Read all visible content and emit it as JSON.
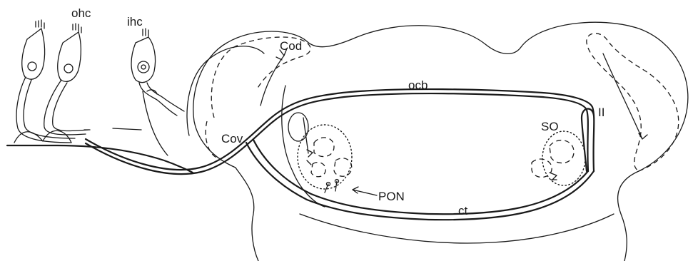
{
  "labels": {
    "ohc": "ohc",
    "ihc": "ihc",
    "cod": "Cod",
    "cov": "Cov",
    "ocb": "ocb",
    "so": "SO",
    "ii": "II",
    "pon": "PON",
    "ct": "ct"
  }
}
